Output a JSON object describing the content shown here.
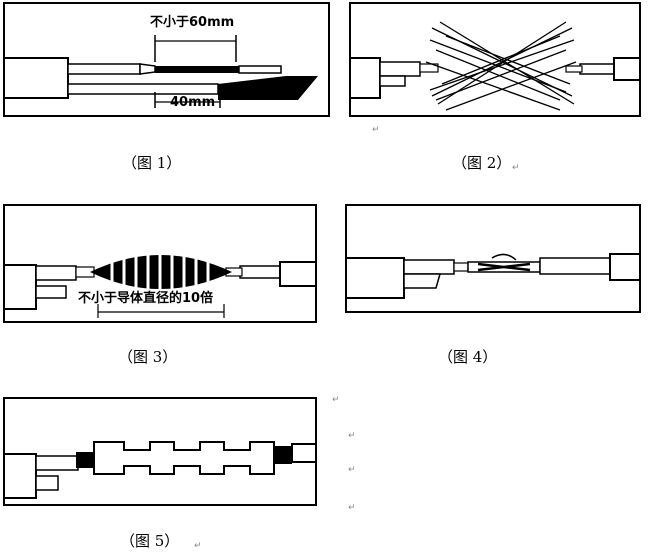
{
  "figures": [
    {
      "caption": "（图 1）",
      "label_top": "不小于60mm",
      "label_bottom": "40mm"
    },
    {
      "caption": "（图 2）"
    },
    {
      "caption": "（图 3）",
      "label": "不小于导体直径的10倍"
    },
    {
      "caption": "（图 4）"
    },
    {
      "caption": "（图 5）"
    }
  ],
  "paragraph_mark": "↵"
}
